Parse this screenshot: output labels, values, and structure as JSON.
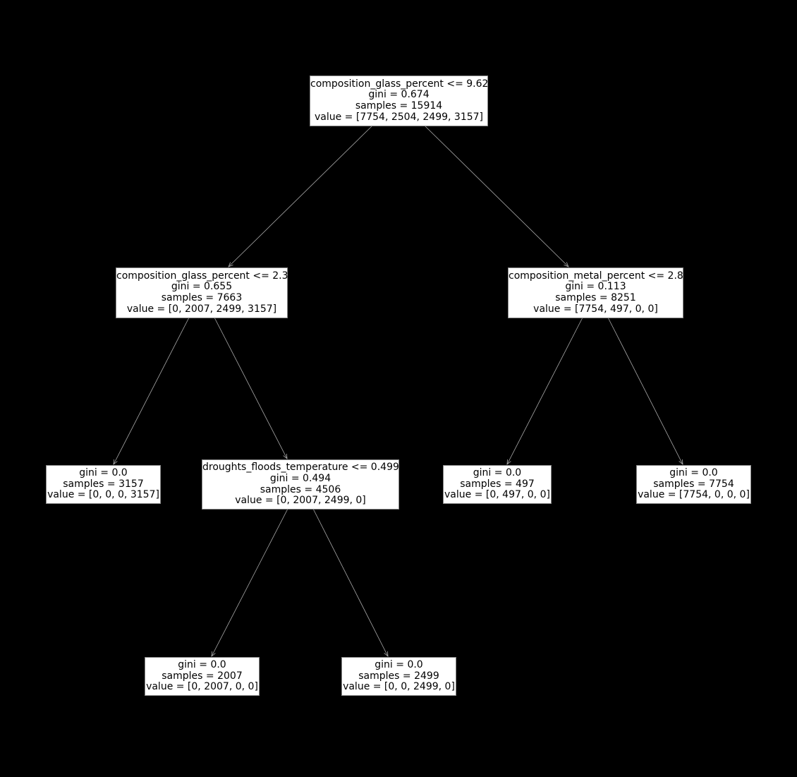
{
  "tree": {
    "nodes": [
      {
        "id": "root",
        "lines": [
          "composition_glass_percent <= 9.62",
          "gini = 0.674",
          "samples = 15914",
          "value = [7754, 2504, 2499, 3157]"
        ]
      },
      {
        "id": "n1",
        "lines": [
          "composition_glass_percent <= 2.3",
          "gini = 0.655",
          "samples = 7663",
          "value = [0, 2007, 2499, 3157]"
        ]
      },
      {
        "id": "n2",
        "lines": [
          "composition_metal_percent <= 2.8",
          "gini = 0.113",
          "samples = 8251",
          "value = [7754, 497, 0, 0]"
        ]
      },
      {
        "id": "n3",
        "lines": [
          "gini = 0.0",
          "samples = 3157",
          "value = [0, 0, 0, 3157]"
        ]
      },
      {
        "id": "n4",
        "lines": [
          "droughts_floods_temperature <= 0.499",
          "gini = 0.494",
          "samples = 4506",
          "value = [0, 2007, 2499, 0]"
        ]
      },
      {
        "id": "n5",
        "lines": [
          "gini = 0.0",
          "samples = 497",
          "value = [0, 497, 0, 0]"
        ]
      },
      {
        "id": "n6",
        "lines": [
          "gini = 0.0",
          "samples = 7754",
          "value = [7754, 0, 0, 0]"
        ]
      },
      {
        "id": "n7",
        "lines": [
          "gini = 0.0",
          "samples = 2007",
          "value = [0, 2007, 0, 0]"
        ]
      },
      {
        "id": "n8",
        "lines": [
          "gini = 0.0",
          "samples = 2499",
          "value = [0, 0, 2499, 0]"
        ]
      }
    ],
    "edges": [
      [
        "root",
        "n1"
      ],
      [
        "root",
        "n2"
      ],
      [
        "n1",
        "n3"
      ],
      [
        "n1",
        "n4"
      ],
      [
        "n2",
        "n5"
      ],
      [
        "n2",
        "n6"
      ],
      [
        "n4",
        "n7"
      ],
      [
        "n4",
        "n8"
      ]
    ],
    "colors": {
      "background": "#000000",
      "node_fill": "#ffffff",
      "edge": "#aaaaaa"
    }
  }
}
